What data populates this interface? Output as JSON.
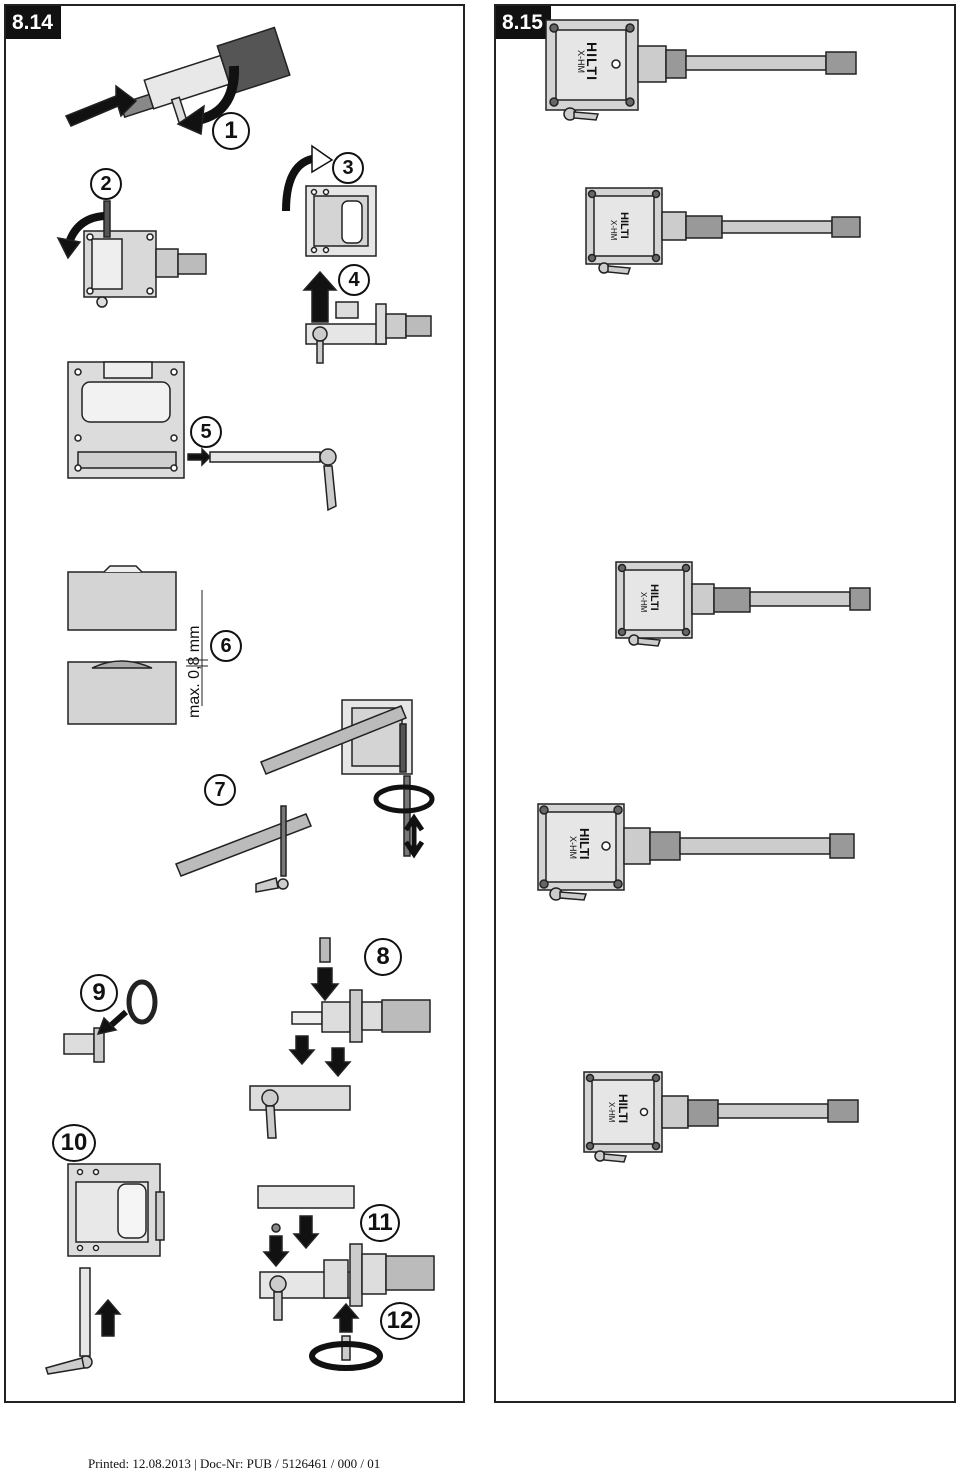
{
  "left_panel": {
    "label": "8.14",
    "steps": [
      "1",
      "2",
      "3",
      "4",
      "5",
      "6",
      "7",
      "8",
      "9",
      "10",
      "11",
      "12"
    ],
    "dim_text": "max. 0,8 mm"
  },
  "right_panel": {
    "label": "8.15",
    "brand": "HILTI",
    "model": "X-HM"
  },
  "footer": "Printed: 12.08.2013 | Doc-Nr: PUB / 5126461 / 000 / 01",
  "colors": {
    "fill": "#cfcfcf",
    "dark": "#555555",
    "stroke": "#222222"
  }
}
